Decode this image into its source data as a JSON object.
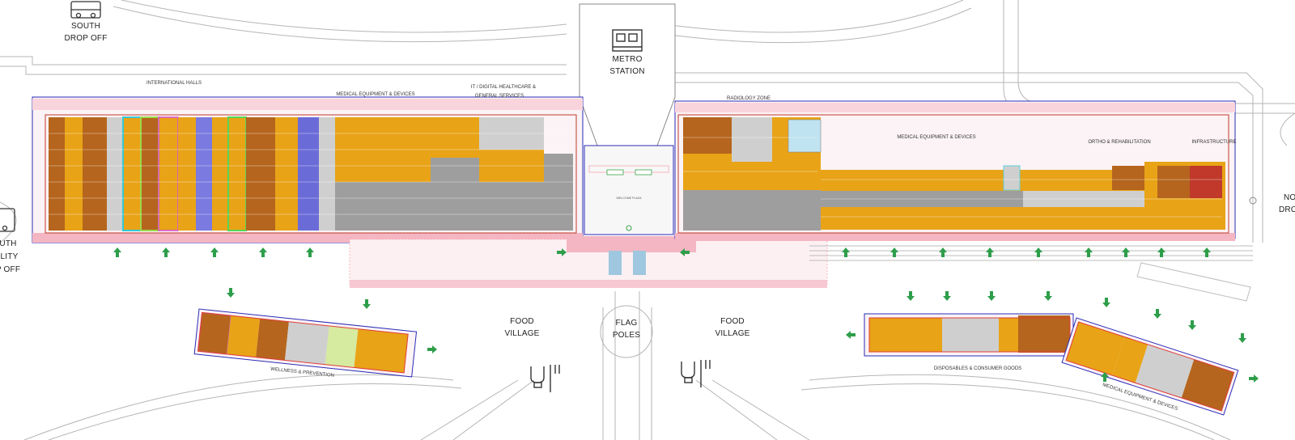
{
  "labels": {
    "metro": [
      "METRO",
      "STATION"
    ],
    "south_drop": [
      "SOUTH",
      "DROP OFF"
    ],
    "mobility_drop": [
      "UTH",
      "ILITY",
      "P OFF"
    ],
    "north_drop": [
      "NO",
      "DRO"
    ],
    "food_village": [
      "FOOD",
      "VILLAGE"
    ],
    "flag_poles": [
      "FLAG",
      "POLES"
    ],
    "welcome_plaza": "WELCOME PLAZA"
  },
  "zones": {
    "international_halls": "INTERNATIONAL HALLS",
    "medical_equipment_west": "MEDICAL EQUIPMENT & DEVICES",
    "it_digital": [
      "IT / DIGITAL HEALTHCARE &",
      "GENERAL SERVICES"
    ],
    "radiology": "RADIOLOGY ZONE",
    "medical_equipment_east": "MEDICAL EQUIPMENT & DEVICES",
    "ortho": "ORTHO & REHABILITATION",
    "infrastructure": "INFRASTRUCTURE",
    "wellness": "WELLNESS & PREVENTION",
    "disposables": "DISPOSABLES & CONSUMER GOODS",
    "medical_equipment_pavilion": "MEDICAL EQUIPMENT & DEVICES"
  },
  "icons": {
    "bus": "bus-icon",
    "metro": "metro-train-icon",
    "food": "food-cutlery-icon",
    "entrance": "entrance-arrow-icon"
  },
  "colors": {
    "orange": "#e8a317",
    "brown": "#b5651d",
    "gray": "#9e9e9e",
    "light_gray": "#cfcfcf",
    "blue_outline": "#2b2bb8",
    "pink": "#f4b6c2",
    "green_arrow": "#2e9e4a",
    "road": "#b0b0b0",
    "light_blue": "#bfe3f0"
  }
}
